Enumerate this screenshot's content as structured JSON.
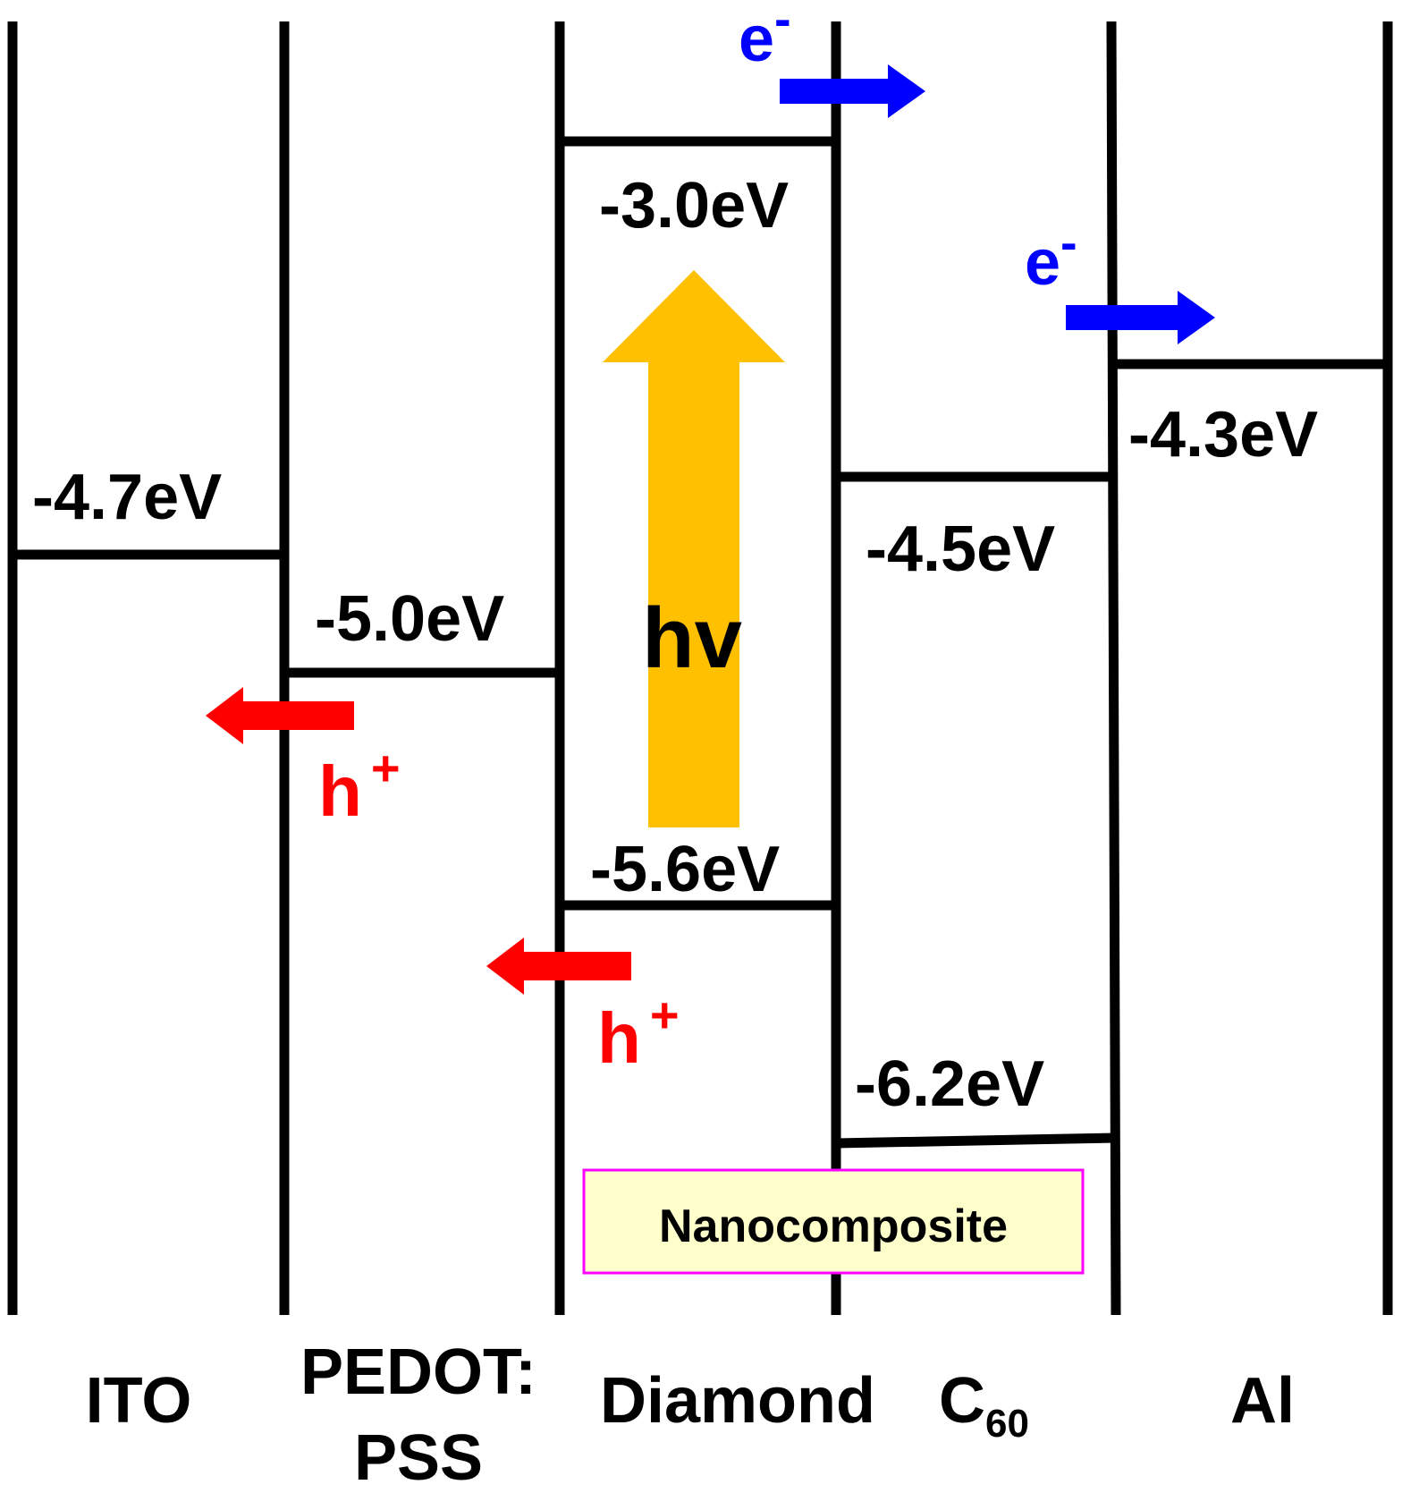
{
  "layers": [
    {
      "name": "ITO"
    },
    {
      "name_line1": "PEDOT:",
      "name_line2": "PSS"
    },
    {
      "name": "Diamond"
    },
    {
      "name_base": "C",
      "name_sub": "60"
    },
    {
      "name": "Al"
    }
  ],
  "levels": {
    "ito": "-4.7eV",
    "pedot": "-5.0eV",
    "diamond_lumo": "-3.0eV",
    "diamond_homo": "-5.6eV",
    "c60_lumo": "-4.5eV",
    "c60_homo": "-6.2eV",
    "al": "-4.3eV"
  },
  "carriers": {
    "electron": "e",
    "electron_sup": "-",
    "hole": "h",
    "hole_sup": "+"
  },
  "photon": "hv",
  "nanocomposite": "Nanocomposite",
  "colors": {
    "electron": "#0000ff",
    "hole": "#ff0000",
    "photon_arrow": "#ffc000",
    "nanocomposite_fill": "#ffffcc",
    "nanocomposite_border": "#ff00ff"
  }
}
